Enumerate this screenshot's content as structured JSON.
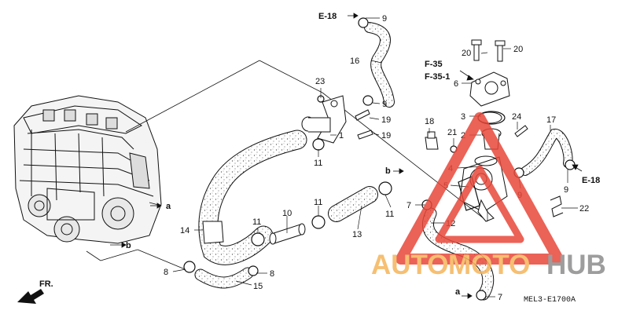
{
  "diagram": {
    "part_labels": {
      "p1": "1",
      "p2": "2",
      "p3": "3",
      "p4": "4",
      "p5": "5",
      "p6": "6",
      "p7": "7",
      "p8": "8",
      "p9": "9",
      "p10": "10",
      "p11": "11",
      "p12": "12",
      "p13": "13",
      "p14": "14",
      "p15": "15",
      "p16": "16",
      "p17": "17",
      "p18": "18",
      "p19": "19",
      "p20": "20",
      "p21": "21",
      "p22": "22",
      "p23": "23",
      "p24": "24"
    },
    "refs": {
      "e18": "E-18",
      "f35": "F-35",
      "f351": "F-35-1",
      "a": "a",
      "b": "b"
    },
    "front_label": "FR.",
    "diagram_code": "MEL3-E1700A",
    "watermark": {
      "auto": "AUTO",
      "moto": "MOTO",
      "hub": "HUB"
    },
    "colors": {
      "line": "#111111",
      "watermark_orange": "#f5b45a",
      "watermark_red": "#e8473a",
      "watermark_gray": "#8c8c8c"
    }
  }
}
